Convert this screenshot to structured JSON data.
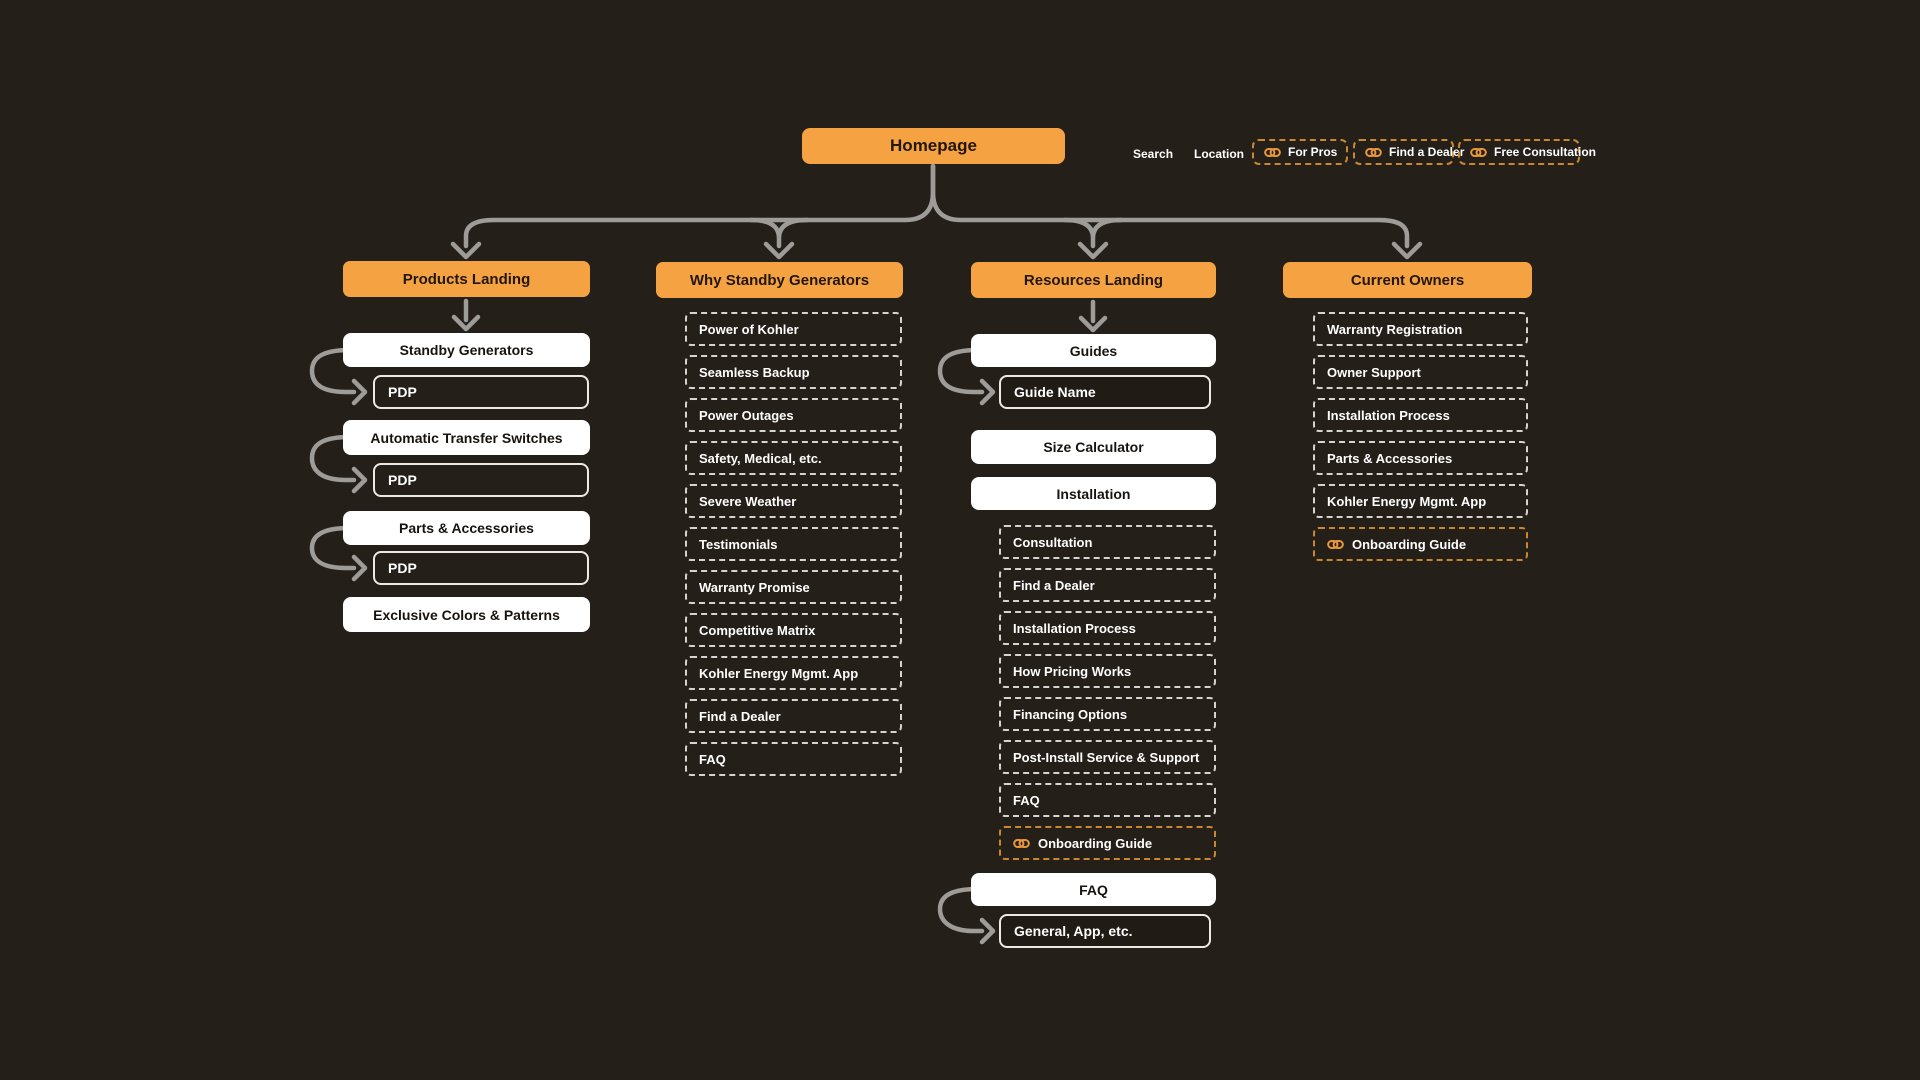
{
  "colors": {
    "background": "#251F19",
    "accent_orange": "#F5A243",
    "arrow_gray": "#9E9C98",
    "dash_white": "#D6D4D0",
    "dash_orange": "#C9882F"
  },
  "root": {
    "label": "Homepage"
  },
  "topnav": {
    "search": "Search",
    "location": "Location",
    "for_pros": "For Pros",
    "find_a_dealer": "Find a Dealer",
    "free_consultation": "Free Consultation"
  },
  "products": {
    "title": "Products Landing",
    "standby_generators": "Standby Generators",
    "pdp1": "PDP",
    "transfer_switches": "Automatic Transfer Switches",
    "pdp2": "PDP",
    "parts_accessories": "Parts & Accessories",
    "pdp3": "PDP",
    "exclusive_colors": "Exclusive Colors & Patterns"
  },
  "why": {
    "title": "Why Standby Generators",
    "items": [
      "Power of Kohler",
      "Seamless Backup",
      "Power Outages",
      "Safety, Medical, etc.",
      "Severe Weather",
      "Testimonials",
      "Warranty Promise",
      "Competitive Matrix",
      "Kohler Energy Mgmt. App",
      "Find a Dealer",
      "FAQ"
    ]
  },
  "resources": {
    "title": "Resources Landing",
    "guides": "Guides",
    "guide_name": "Guide Name",
    "size_calculator": "Size Calculator",
    "installation": "Installation",
    "items": [
      "Consultation",
      "Find a Dealer",
      "Installation Process",
      "How Pricing Works",
      "Financing Options",
      "Post-Install Service & Support",
      "FAQ"
    ],
    "onboarding_guide": "Onboarding Guide",
    "faq": "FAQ",
    "faq_child": "General, App, etc."
  },
  "owners": {
    "title": "Current Owners",
    "items": [
      "Warranty Registration",
      "Owner Support",
      "Installation Process",
      "Parts & Accessories",
      "Kohler Energy Mgmt. App"
    ],
    "onboarding_guide": "Onboarding Guide"
  }
}
